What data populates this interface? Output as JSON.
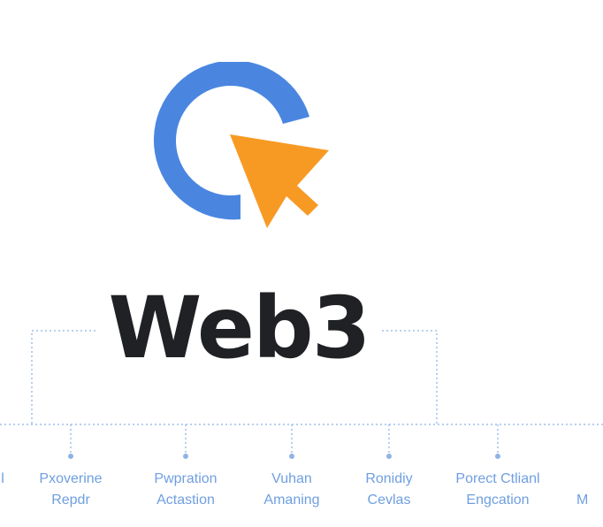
{
  "title": "Web3",
  "logo": {
    "icon": "cursor-ring-logo",
    "colors": {
      "ring": "#4a86e0",
      "cursor": "#f79a24"
    }
  },
  "connector_color": "#9fbfe8",
  "nodes": [
    {
      "line1": "Pxoverine",
      "line2": "Repdr"
    },
    {
      "line1": "Pwpration",
      "line2": "Actastion"
    },
    {
      "line1": "Vuhan",
      "line2": "Amaning"
    },
    {
      "line1": "Ronidiy",
      "line2": "Cevlas"
    },
    {
      "line1": "Porect Ctlianl",
      "line2": "Engcation"
    }
  ],
  "edge_fragments": {
    "left": "l",
    "right": "M"
  }
}
